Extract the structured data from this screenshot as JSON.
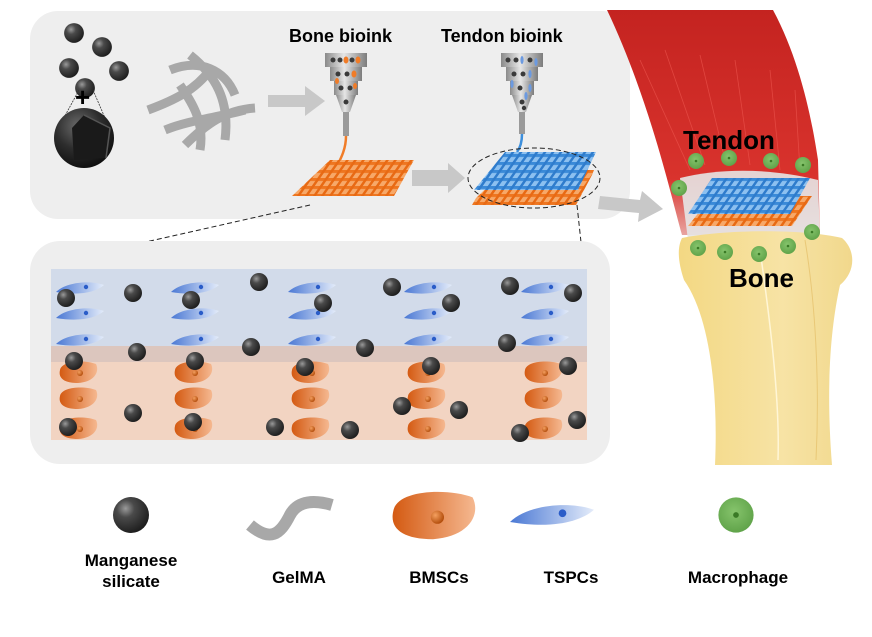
{
  "figure": {
    "top_panel": {
      "bone_bioink_label": "Bone bioink",
      "tendon_bioink_label": "Tendon bioink",
      "plus_sign": "+"
    },
    "anatomy": {
      "tendon_label": "Tendon",
      "bone_label": "Bone"
    },
    "legend": [
      {
        "id": "manganese-silicate",
        "line1": "Manganese",
        "line2": "silicate",
        "icon": "dark-sphere-icon"
      },
      {
        "id": "gelma",
        "line1": "GelMA",
        "line2": "",
        "icon": "gray-curve-icon"
      },
      {
        "id": "bmscs",
        "line1": "BMSCs",
        "line2": "",
        "icon": "orange-cell-icon"
      },
      {
        "id": "tspcs",
        "line1": "TSPCs",
        "line2": "",
        "icon": "blue-spindle-cell-icon"
      },
      {
        "id": "macrophage",
        "line1": "Macrophage",
        "line2": "",
        "icon": "green-cell-icon"
      }
    ],
    "colors": {
      "panel_bg": "#eeeeee",
      "bone_scaffold": "#f07c28",
      "tendon_scaffold": "#3d8fdc",
      "particle": "#3a3a3a",
      "gelma": "#a8a8a8",
      "tspc": "#5a88d8",
      "bmsc": "#e06a1e",
      "macrophage": "#6aad52",
      "muscle": "#d42a26",
      "bone": "#f6df98",
      "tendon_layer_bg": "#d2dbea",
      "bone_layer_bg": "#f2d4c2",
      "interface_layer_bg": "#dcc6be"
    }
  }
}
